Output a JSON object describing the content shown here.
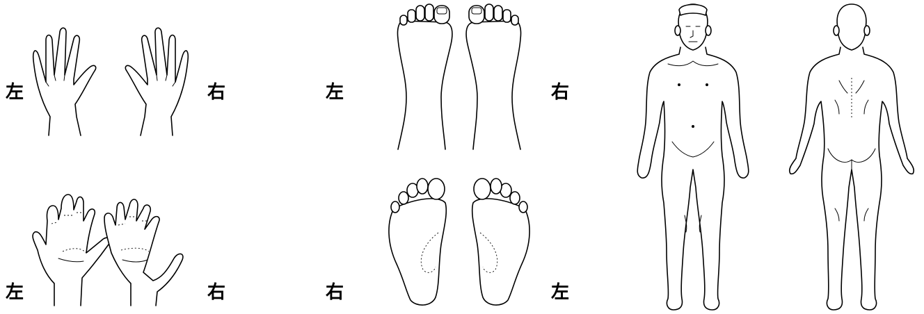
{
  "labels": {
    "hands_back_left": "左",
    "hands_back_right": "右",
    "hands_palm_left": "左",
    "hands_palm_right": "右",
    "feet_top_left": "左",
    "feet_top_right": "右",
    "feet_sole_left": "右",
    "feet_sole_right": "左"
  },
  "colors": {
    "line": "#000000",
    "background": "#ffffff"
  }
}
